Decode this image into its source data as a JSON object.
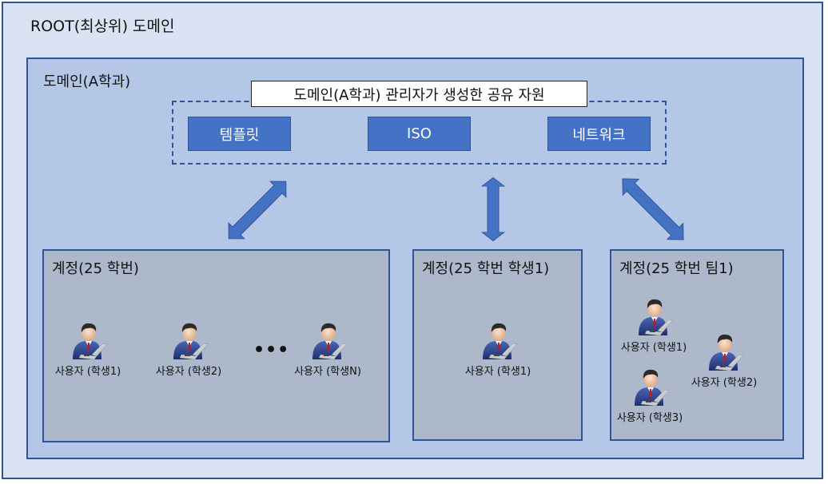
{
  "root": {
    "title": "ROOT(최상위) 도메인"
  },
  "domain": {
    "title": "도메인(A학과)",
    "shared_resources": {
      "label": "도메인(A학과) 관리자가  생성한 공유 자원",
      "items": [
        {
          "label": "템플릿"
        },
        {
          "label": "ISO"
        },
        {
          "label": "네트워크"
        }
      ]
    },
    "accounts": [
      {
        "title": "계정(25 학번)",
        "users": [
          {
            "label": "사용자 (학생1)"
          },
          {
            "label": "사용자 (학생2)"
          },
          {
            "label": "사용자 (학생N)"
          }
        ],
        "ellipsis": "•••"
      },
      {
        "title": "계정(25 학번 학생1)",
        "users": [
          {
            "label": "사용자 (학생1)"
          }
        ]
      },
      {
        "title": "계정(25 학번 팀1)",
        "users": [
          {
            "label": "사용자 (학생1)"
          },
          {
            "label": "사용자 (학생2)"
          },
          {
            "label": "사용자 (학생3)"
          }
        ]
      }
    ]
  },
  "colors": {
    "root_fill": "#dae3f3",
    "domain_fill": "#b4c7e7",
    "account_fill": "#adb9ca",
    "border": "#2f5597",
    "resource_fill": "#4472c4"
  }
}
